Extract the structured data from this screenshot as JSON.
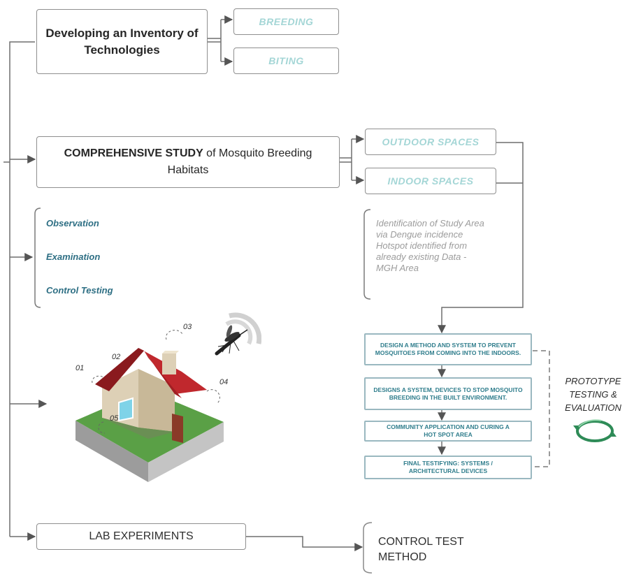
{
  "boxes": {
    "inventory": "Developing an Inventory of Technologies",
    "breeding": "BREEDING",
    "biting": "BITING",
    "study_bold": "COMPREHENSIVE STUDY",
    "study_rest": " of Mosquito Breeding Habitats",
    "outdoor": "OUTDOOR SPACES",
    "indoor": "INDOOR SPACES",
    "lab": "LAB EXPERIMENTS",
    "control_method": "CONTROL TEST METHOD"
  },
  "methods": [
    "Observation",
    "Examination",
    "Control Testing"
  ],
  "note": "Identification of Study Area via Dengue incidence Hotspot identified from already existing Data - MGH Area",
  "steps": [
    "DESIGN A METHOD AND SYSTEM TO PREVENT MOSQUITOES FROM COMING INTO THE INDOORS.",
    "DESIGNS A SYSTEM, DEVICES TO STOP MOSQUITO BREEDING IN THE BUILT ENVIRONMENT.",
    "COMMUNITY APPLICATION AND CURING A HOT SPOT AREA",
    "FINAL TESTIFYING: SYSTEMS / ARCHITECTURAL DEVICES"
  ],
  "prototype": "PROTOTYPE TESTING & EVALUATION",
  "house_labels": [
    "01",
    "02",
    "03",
    "04",
    "05"
  ],
  "colors": {
    "line": "#6f6f6f",
    "accent_teal": "#2e6f84",
    "cycle_green": "#2e8b57",
    "roof_red": "#c0282d"
  }
}
